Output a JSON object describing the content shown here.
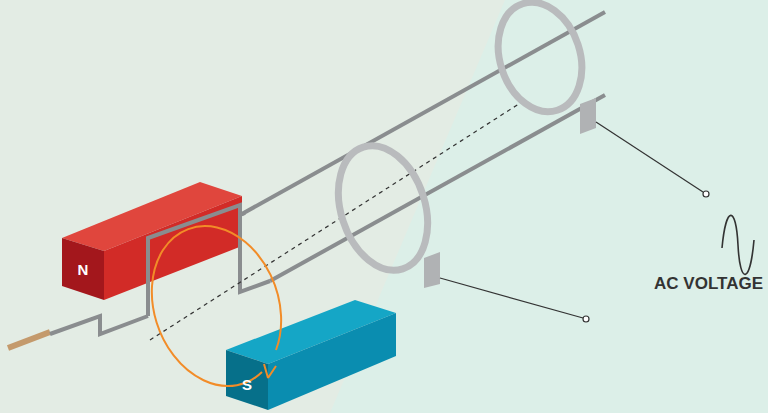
{
  "diagram": {
    "nodes": [
      {
        "text": [
          "N"
        ]
      },
      {
        "text": [
          "S"
        ]
      }
    ],
    "labels": [
      "AC VOLTAGE"
    ]
  }
}
